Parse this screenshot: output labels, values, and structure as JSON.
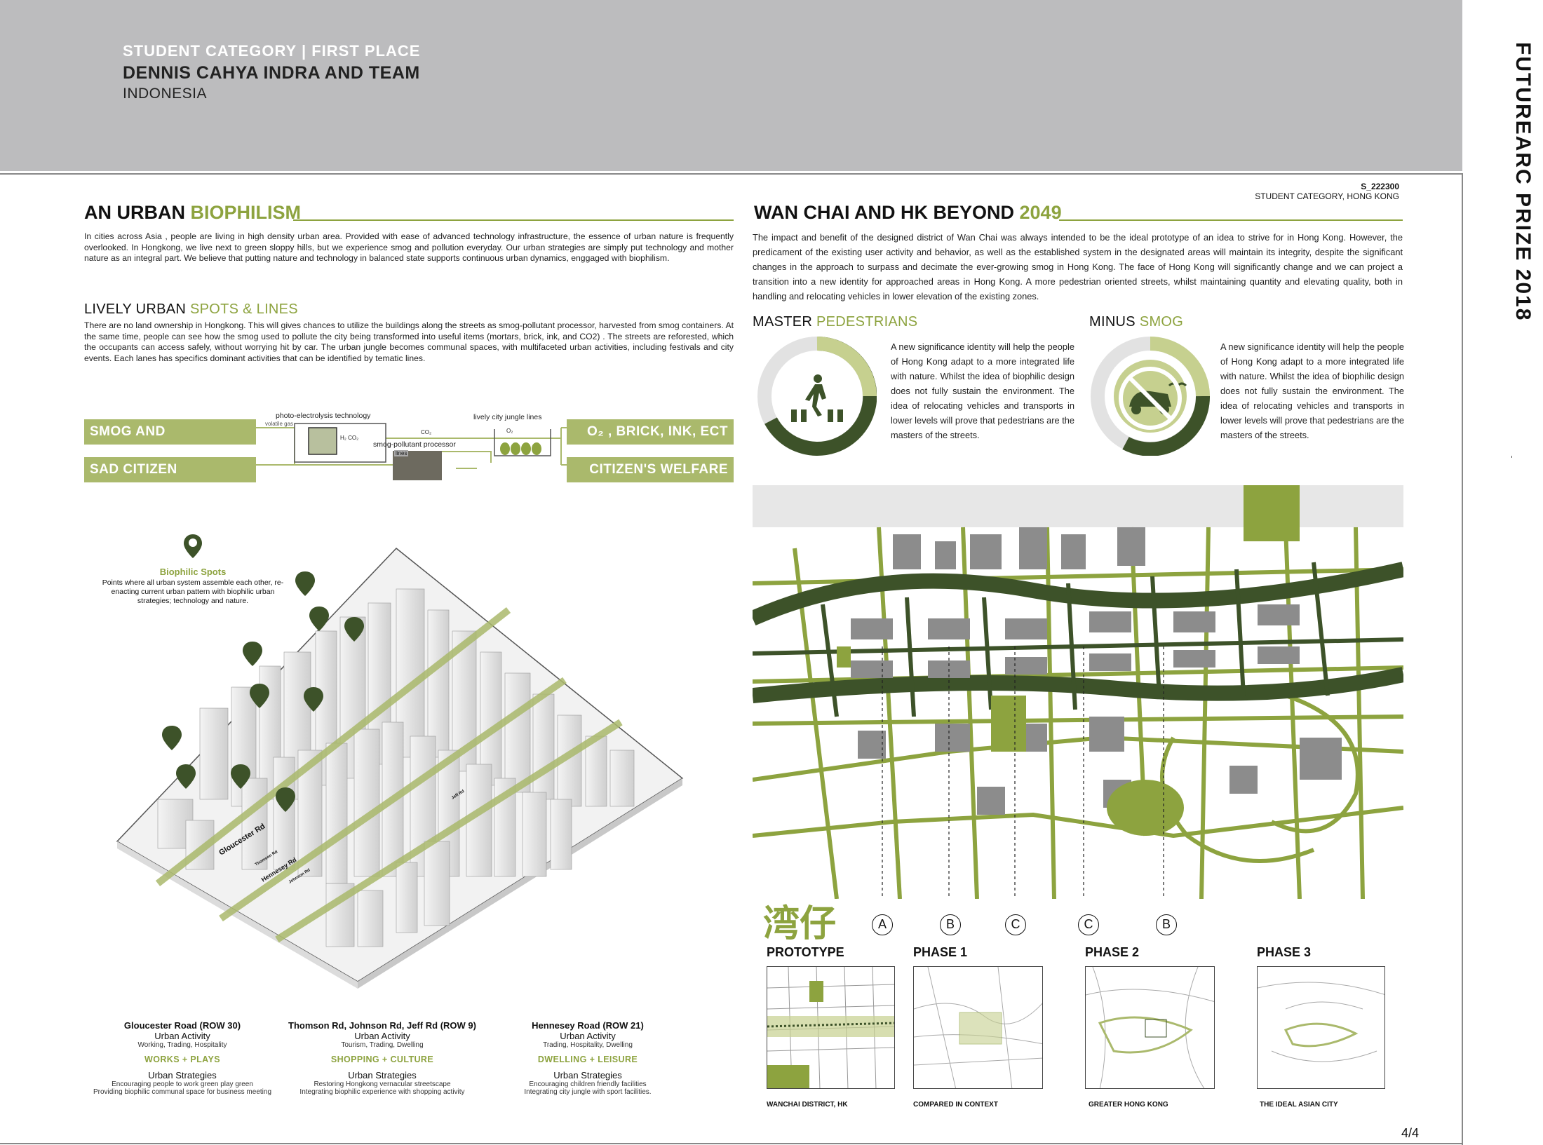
{
  "header": {
    "category_prefix": "STUDENT CATEGORY | ",
    "category_place": "FIRST PLACE",
    "team": "DENNIS CAHYA INDRA AND TEAM",
    "country": "INDONESIA",
    "side_title": "FUTUREARC PRIZE 2018"
  },
  "meta": {
    "code": "S_222300",
    "category": "STUDENT CATEGORY, HONG KONG"
  },
  "left": {
    "title_a": "AN URBAN ",
    "title_b": "BIOPHILISM",
    "intro": "In cities across Asia , people are living in high density urban area. Provided with ease of advanced technology infrastructure, the essence of urban nature is frequently overlooked. In Hongkong, we live next to green sloppy hills, but we experience smog and pollution everyday. Our urban strategies are simply put technology and mother nature as an integral part. We believe that putting nature and technology in balanced state supports continuous urban dynamics, enggaged with biophilism.",
    "sub_a": "LIVELY URBAN ",
    "sub_b": "SPOTS & LINES",
    "sub_text": "There are no land ownership in Hongkong. This will gives chances to utilize the buildings along the streets as smog-pollutant processor, harvested from smog containers. At the same time, people can see how the smog used to pollute the city being transformed into useful items (mortars, brick, ink, and CO2) . The streets are reforested, which the occupants can access safely, without worrying hit by car.  The  urban  jungle  becomes communal spaces, with multifaceted urban activities, including festivals and city events. Each lanes has specifics dominant activities that can be identified by tematic lines."
  },
  "process": {
    "tag1": "SMOG AND POLLUTANT",
    "tag2": "SAD CITIZEN",
    "tag3": "O₂ , BRICK, INK, ECT",
    "tag4": "CITIZEN'S WELFARE",
    "label_photo": "photo-electrolysis technology",
    "label_gas": "volatile gas",
    "label_co2": "CO₂",
    "label_processor": "smog-pollutant processor",
    "label_jungle": "lively city jungle lines",
    "label_h2co2": "H₂  CO₂",
    "label_o2": "O₂",
    "label_lines": "lines"
  },
  "biophilic": {
    "title": "Biophilic Spots",
    "text": "Points where all urban system assemble each other, re-enacting current urban pattern with biophilic urban strategies; technology and nature."
  },
  "roads": [
    {
      "name": "Gloucester Road (ROW 30)",
      "activity_label": "Urban Activity",
      "activity": "Working, Trading, Hospitality",
      "theme": "WORKS + PLAYS",
      "strategies_label": "Urban Strategies",
      "s1": "Encouraging people to work green play green",
      "s2": "Providing biophilic communal space for business meeting"
    },
    {
      "name": "Thomson Rd, Johnson Rd, Jeff Rd (ROW 9)",
      "activity_label": "Urban Activity",
      "activity": "Tourism, Trading, Dwelling",
      "theme": "SHOPPING + CULTURE",
      "strategies_label": "Urban Strategies",
      "s1": "Restoring Hongkong vernacular streetscape",
      "s2": "Integrating biophilic experience with shopping activity"
    },
    {
      "name": "Hennesey Road (ROW 21)",
      "activity_label": "Urban Activity",
      "activity": "Trading, Hospitality, Dwelling",
      "theme": "DWELLING + LEISURE",
      "strategies_label": "Urban Strategies",
      "s1": "Encouraging children friendly facilities",
      "s2": "Integrating city jungle with sport facilities."
    }
  ],
  "axon_labels": {
    "gloucester": "Gloucester Rd",
    "hennesey": "Hennesey Rd",
    "thomson": "Thomson Rd",
    "johnson": "Johnson Rd",
    "jeff": "Jeff Rd"
  },
  "right": {
    "title_a": "WAN CHAI AND HK BEYOND ",
    "title_b": "2049",
    "intro": "The impact and benefit of the designed district of Wan Chai was always intended to be the ideal prototype of an idea to strive for in Hong Kong. However, the predicament of the existing user activity and behavior, as well as the established system in the designated areas will maintain its integrity, despite the significant changes in the approach to surpass and decimate the ever-growing smog in Hong Kong. The face of Hong Kong will significantly change and we can project a transition into a new identity for approached areas in Hong Kong. A more pedestrian oriented streets, whilst maintaining quantity and elevating quality, both in handling and relocating vehicles in lower elevation of the existing zones.",
    "master_a": "MASTER ",
    "master_b": "PEDESTRIANS",
    "master_text": "A new significance identity will help the people of Hong Kong adapt to a more integrated life with nature. Whilst the idea of biophilic design does not fully sustain the environment. The idea of relocating vehicles and transports in lower levels will prove that pedestrians are the masters of the streets.",
    "minus_a": "MINUS ",
    "minus_b": "SMOG",
    "minus_text": "A new significance identity will help the people of Hong Kong adapt to a more integrated life with nature. Whilst the idea of biophilic design does not fully sustain the environment. The idea of relocating vehicles and transports in lower levels will prove that pedestrians are the masters of the streets."
  },
  "map": {
    "chinese": "湾仔",
    "markers": [
      "A",
      "B",
      "C",
      "C",
      "B"
    ]
  },
  "phases": [
    {
      "title": "PROTOTYPE",
      "caption": "WANCHAI DISTRICT, HK"
    },
    {
      "title": "PHASE 1",
      "caption": "COMPARED IN CONTEXT"
    },
    {
      "title": "PHASE 2",
      "caption": "GREATER HONG KONG"
    },
    {
      "title": "PHASE 3",
      "caption": "THE IDEAL ASIAN CITY"
    }
  ],
  "page": "4/4",
  "colors": {
    "accent": "#8da33f",
    "dark": "#3d5229",
    "tag": "#aab96c",
    "band": "#bcbcbe"
  }
}
